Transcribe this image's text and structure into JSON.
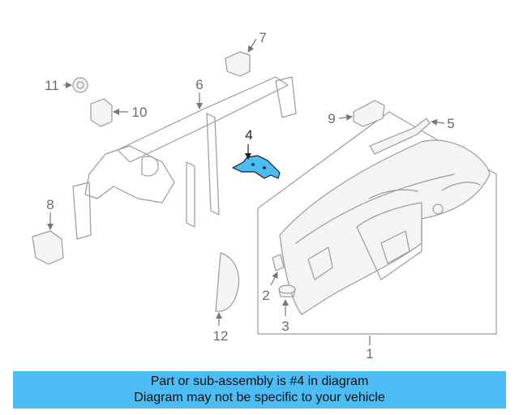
{
  "callouts": {
    "c1": "1",
    "c2": "2",
    "c3": "3",
    "c4": "4",
    "c5": "5",
    "c6": "6",
    "c7": "7",
    "c8": "8",
    "c9": "9",
    "c10": "10",
    "c11": "11",
    "c12": "12"
  },
  "highlight_color": "#4cbcf4",
  "banner": {
    "line1": "Part or sub-assembly is #4 in diagram",
    "line2": "Diagram may not be specific to your vehicle"
  }
}
